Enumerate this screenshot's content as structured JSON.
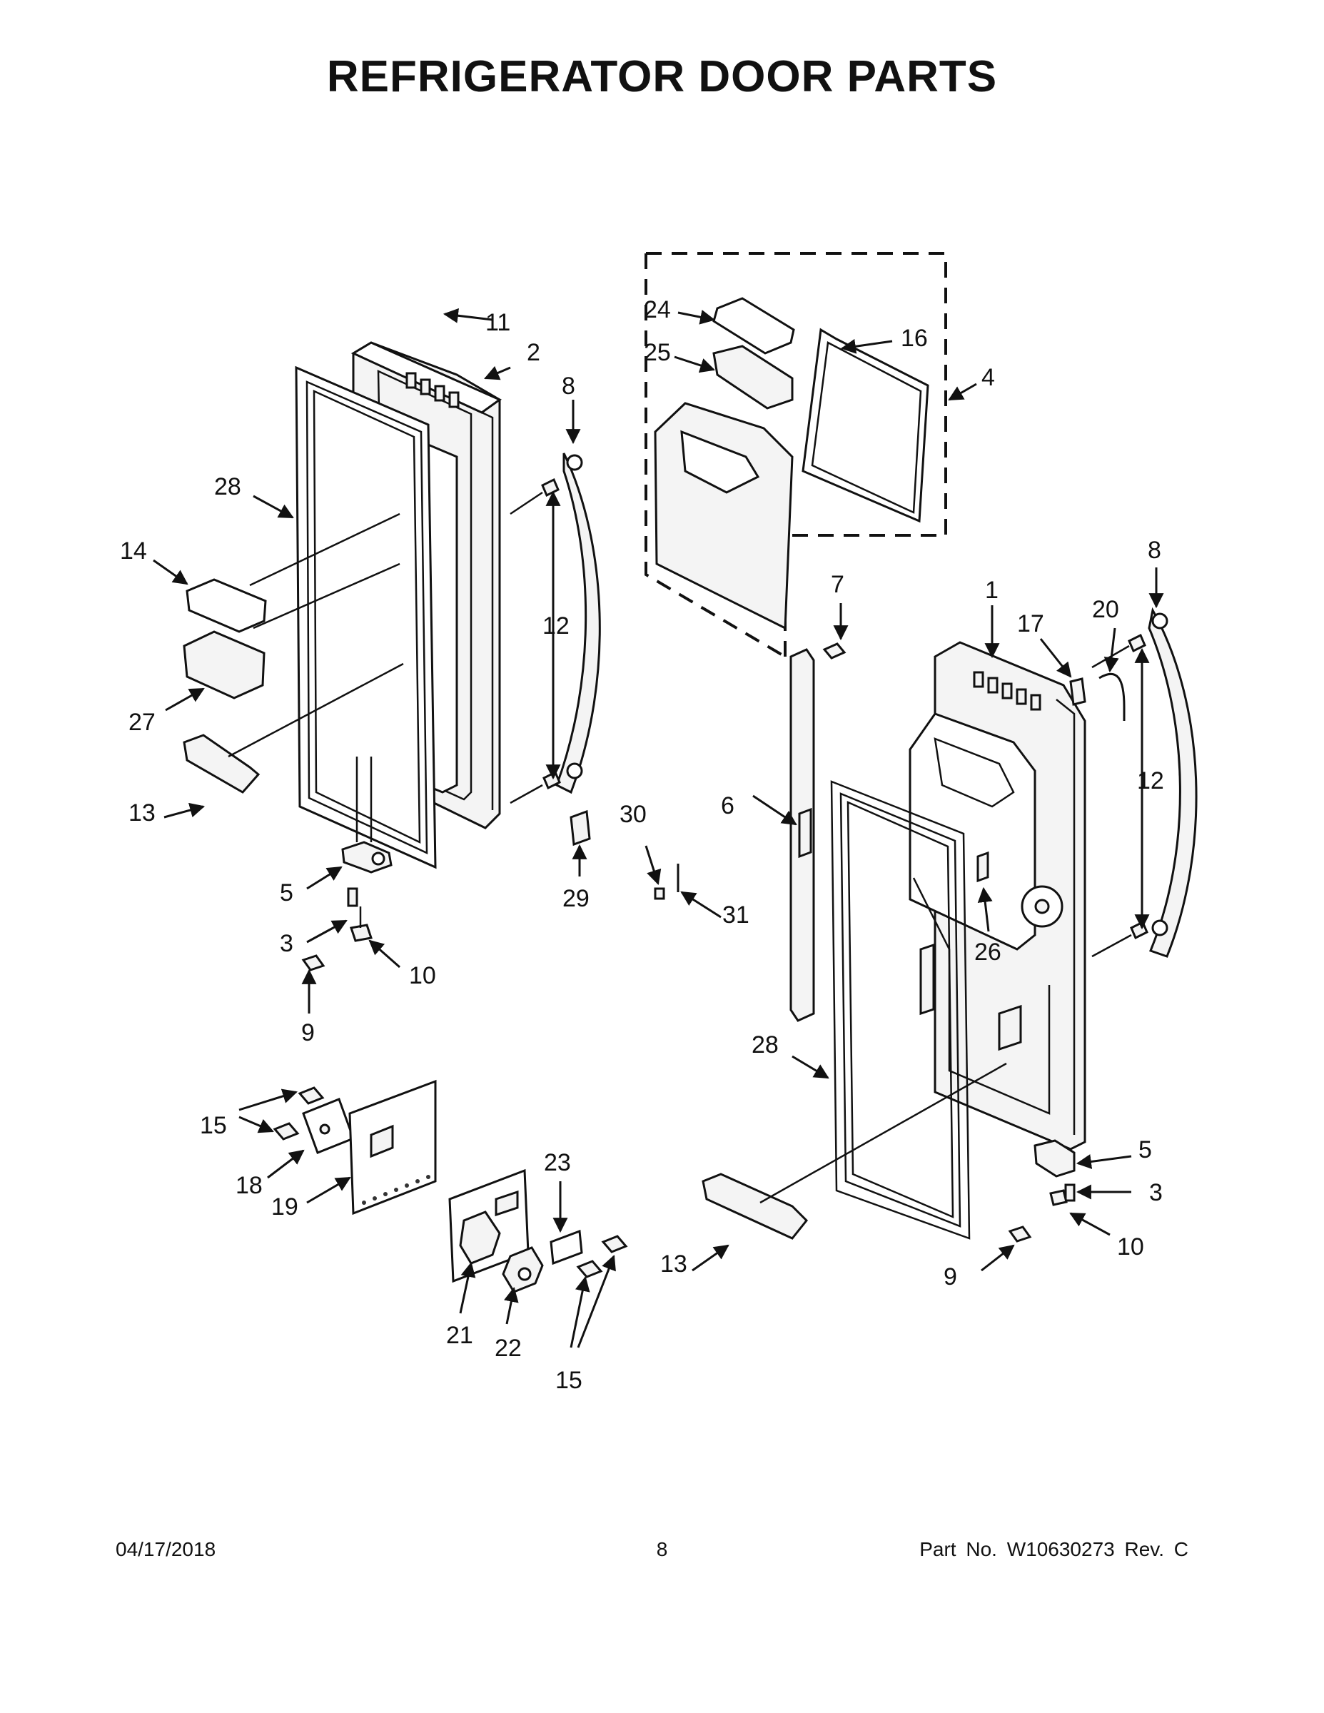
{
  "title": "REFRIGERATOR DOOR PARTS",
  "footer": {
    "date": "04/17/2018",
    "page": "8",
    "part_no": "Part No.  W10630273  Rev.  C"
  },
  "callouts": {
    "c11": "11",
    "c2": "2",
    "c8a": "8",
    "c28a": "28",
    "c14": "14",
    "c12a": "12",
    "c27": "27",
    "c13a": "13",
    "c5a": "5",
    "c3a": "3",
    "c10a": "10",
    "c9a": "9",
    "c29": "29",
    "c30": "30",
    "c31": "31",
    "c24": "24",
    "c25": "25",
    "c16": "16",
    "c4": "4",
    "c7": "7",
    "c6": "6",
    "c1": "1",
    "c17": "17",
    "c20": "20",
    "c8b": "8",
    "c12b": "12",
    "c26": "26",
    "c28b": "28",
    "c5b": "5",
    "c3b": "3",
    "c10b": "10",
    "c9b": "9",
    "c13b": "13",
    "c15a": "15",
    "c18": "18",
    "c19": "19",
    "c23": "23",
    "c21": "21",
    "c22": "22",
    "c15b": "15"
  }
}
